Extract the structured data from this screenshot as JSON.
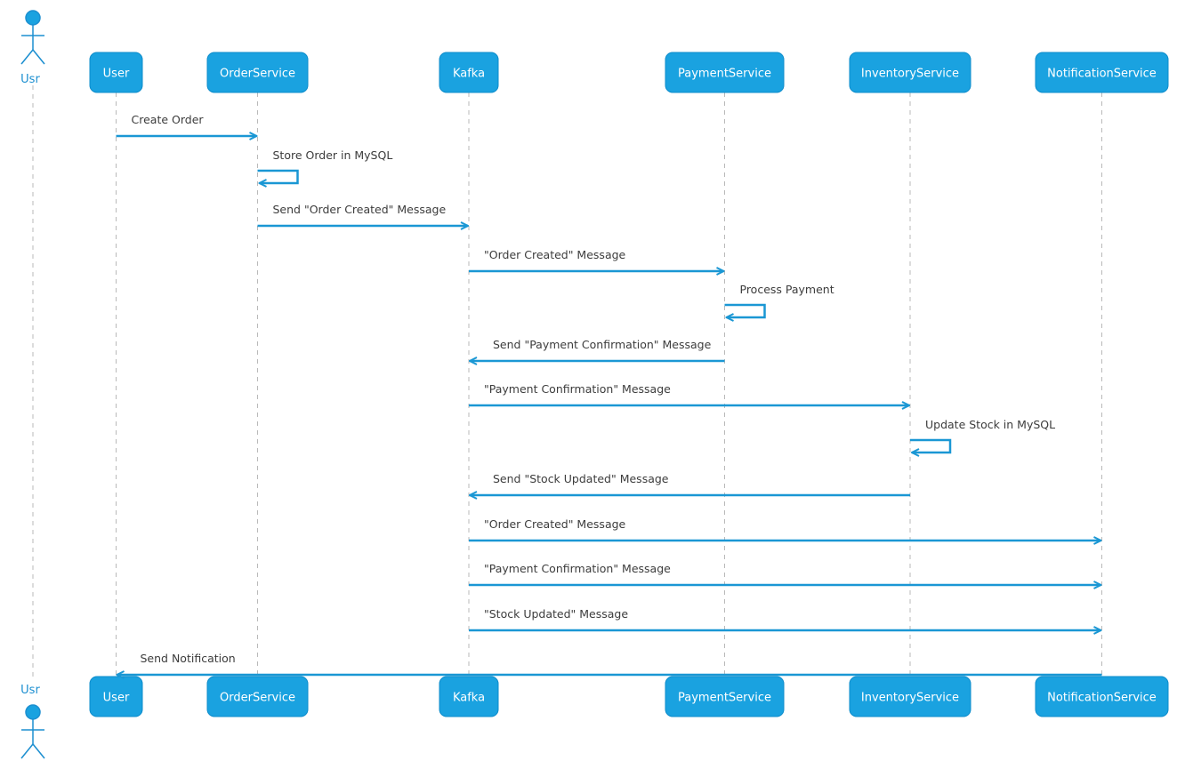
{
  "actor": {
    "label": "Usr"
  },
  "participants": [
    {
      "label": "User"
    },
    {
      "label": "OrderService"
    },
    {
      "label": "Kafka"
    },
    {
      "label": "PaymentService"
    },
    {
      "label": "InventoryService"
    },
    {
      "label": "NotificationService"
    }
  ],
  "messages": [
    {
      "label": "Create Order",
      "from": "User",
      "to": "OrderService"
    },
    {
      "label": "Store Order in MySQL",
      "from": "OrderService",
      "to": "OrderService"
    },
    {
      "label": "Send \"Order Created\" Message",
      "from": "OrderService",
      "to": "Kafka"
    },
    {
      "label": "\"Order Created\" Message",
      "from": "Kafka",
      "to": "PaymentService"
    },
    {
      "label": "Process Payment",
      "from": "PaymentService",
      "to": "PaymentService"
    },
    {
      "label": "Send \"Payment Confirmation\" Message",
      "from": "PaymentService",
      "to": "Kafka"
    },
    {
      "label": "\"Payment Confirmation\" Message",
      "from": "Kafka",
      "to": "InventoryService"
    },
    {
      "label": "Update Stock in MySQL",
      "from": "InventoryService",
      "to": "InventoryService"
    },
    {
      "label": "Send \"Stock Updated\" Message",
      "from": "InventoryService",
      "to": "Kafka"
    },
    {
      "label": "\"Order Created\" Message",
      "from": "Kafka",
      "to": "NotificationService"
    },
    {
      "label": "\"Payment Confirmation\" Message",
      "from": "Kafka",
      "to": "NotificationService"
    },
    {
      "label": "\"Stock Updated\" Message",
      "from": "Kafka",
      "to": "NotificationService"
    },
    {
      "label": "Send Notification",
      "from": "NotificationService",
      "to": "User"
    }
  ]
}
